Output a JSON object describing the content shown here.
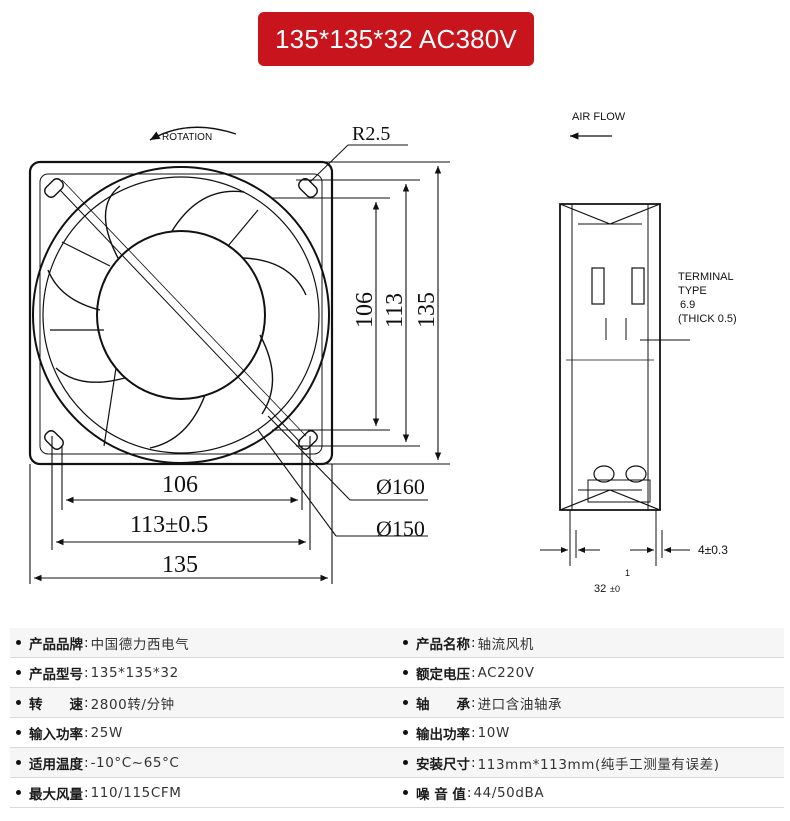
{
  "banner": {
    "title": "135*135*32 AC380V"
  },
  "drawing": {
    "rotation_label": "ROTATION",
    "radius_label": "R2.5",
    "dims": {
      "v106": "106",
      "v113": "113",
      "v135": "135",
      "h106": "106",
      "h113": "113±0.5",
      "h135": "135",
      "d160": "Ø160",
      "d150": "Ø150"
    },
    "side": {
      "airflow": "AIR FLOW",
      "terminal_line1": "TERMINAL",
      "terminal_line2": "TYPE",
      "terminal_line3": "6.9",
      "terminal_line4": "(THICK 0.5)",
      "tolerance": "4±0.3",
      "thickness": "32",
      "thickness_tol_plus": "1",
      "thickness_tol_minus": "±0"
    }
  },
  "specs": [
    {
      "left": {
        "label": "产品品牌",
        "value": "中国德力西电气"
      },
      "right": {
        "label": "产品名称",
        "value": "轴流风机"
      }
    },
    {
      "left": {
        "label": "产品型号",
        "value": "135*135*32"
      },
      "right": {
        "label": "额定电压",
        "value": "AC220V"
      }
    },
    {
      "left": {
        "label": "转　　速",
        "value": "2800转/分钟"
      },
      "right": {
        "label": "轴　　承",
        "value": "进口含油轴承"
      }
    },
    {
      "left": {
        "label": "输入功率",
        "value": "25W"
      },
      "right": {
        "label": "输出功率",
        "value": "10W"
      }
    },
    {
      "left": {
        "label": "适用温度",
        "value": "-10°C~65°C"
      },
      "right": {
        "label": "安装尺寸",
        "value": "113mm*113mm(纯手工测量有误差)"
      }
    },
    {
      "left": {
        "label": "最大风量",
        "value": "110/115CFM"
      },
      "right": {
        "label": "噪 音 值",
        "value": "44/50dBA"
      }
    }
  ]
}
